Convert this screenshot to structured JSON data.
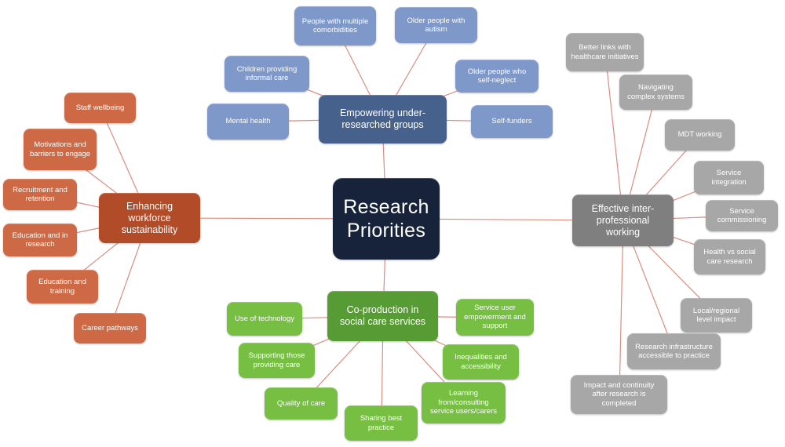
{
  "center": {
    "label": "Research Priorities"
  },
  "colors": {
    "center": "#17233a",
    "blue_hub": "#46618c",
    "blue": "#7e98c9",
    "orange_hub": "#b24b28",
    "orange": "#cd6a45",
    "gray_hub": "#7f7f7f",
    "gray": "#a7a7a7",
    "green_hub": "#569b33",
    "green": "#76bf43",
    "connector": "#d98d80"
  },
  "branches": [
    {
      "label": "Empowering under-researched groups",
      "items": [
        {
          "label": "People with multiple comorbidities"
        },
        {
          "label": "Older people with autism"
        },
        {
          "label": "Children providing informal care"
        },
        {
          "label": "Older people who self-neglect"
        },
        {
          "label": "Mental health"
        },
        {
          "label": "Self-funders"
        }
      ]
    },
    {
      "label": "Enhancing workforce sustainability",
      "items": [
        {
          "label": "Staff wellbeing"
        },
        {
          "label": "Motivations and barriers to engage"
        },
        {
          "label": "Recruitment and retention"
        },
        {
          "label": "Education and in research"
        },
        {
          "label": "Education and training"
        },
        {
          "label": "Career pathways"
        }
      ]
    },
    {
      "label": "Effective inter-professional working",
      "items": [
        {
          "label": "Better links with healthcare initiatives"
        },
        {
          "label": "Navigating complex systems"
        },
        {
          "label": "MDT working"
        },
        {
          "label": "Service integration"
        },
        {
          "label": "Service commissioning"
        },
        {
          "label": "Health vs social care research"
        },
        {
          "label": "Local/regional level impact"
        },
        {
          "label": "Research infrastructure accessible to practice"
        },
        {
          "label": "Impact and continuity after research is completed"
        }
      ]
    },
    {
      "label": "Co-production in social care services",
      "items": [
        {
          "label": "Use of technology"
        },
        {
          "label": "Supporting those providing care"
        },
        {
          "label": "Quality of care"
        },
        {
          "label": "Sharing best practice"
        },
        {
          "label": "Learning from/consulting service users/carers"
        },
        {
          "label": "Inequalities and accessibility"
        },
        {
          "label": "Service user empowerment and support"
        }
      ]
    }
  ]
}
